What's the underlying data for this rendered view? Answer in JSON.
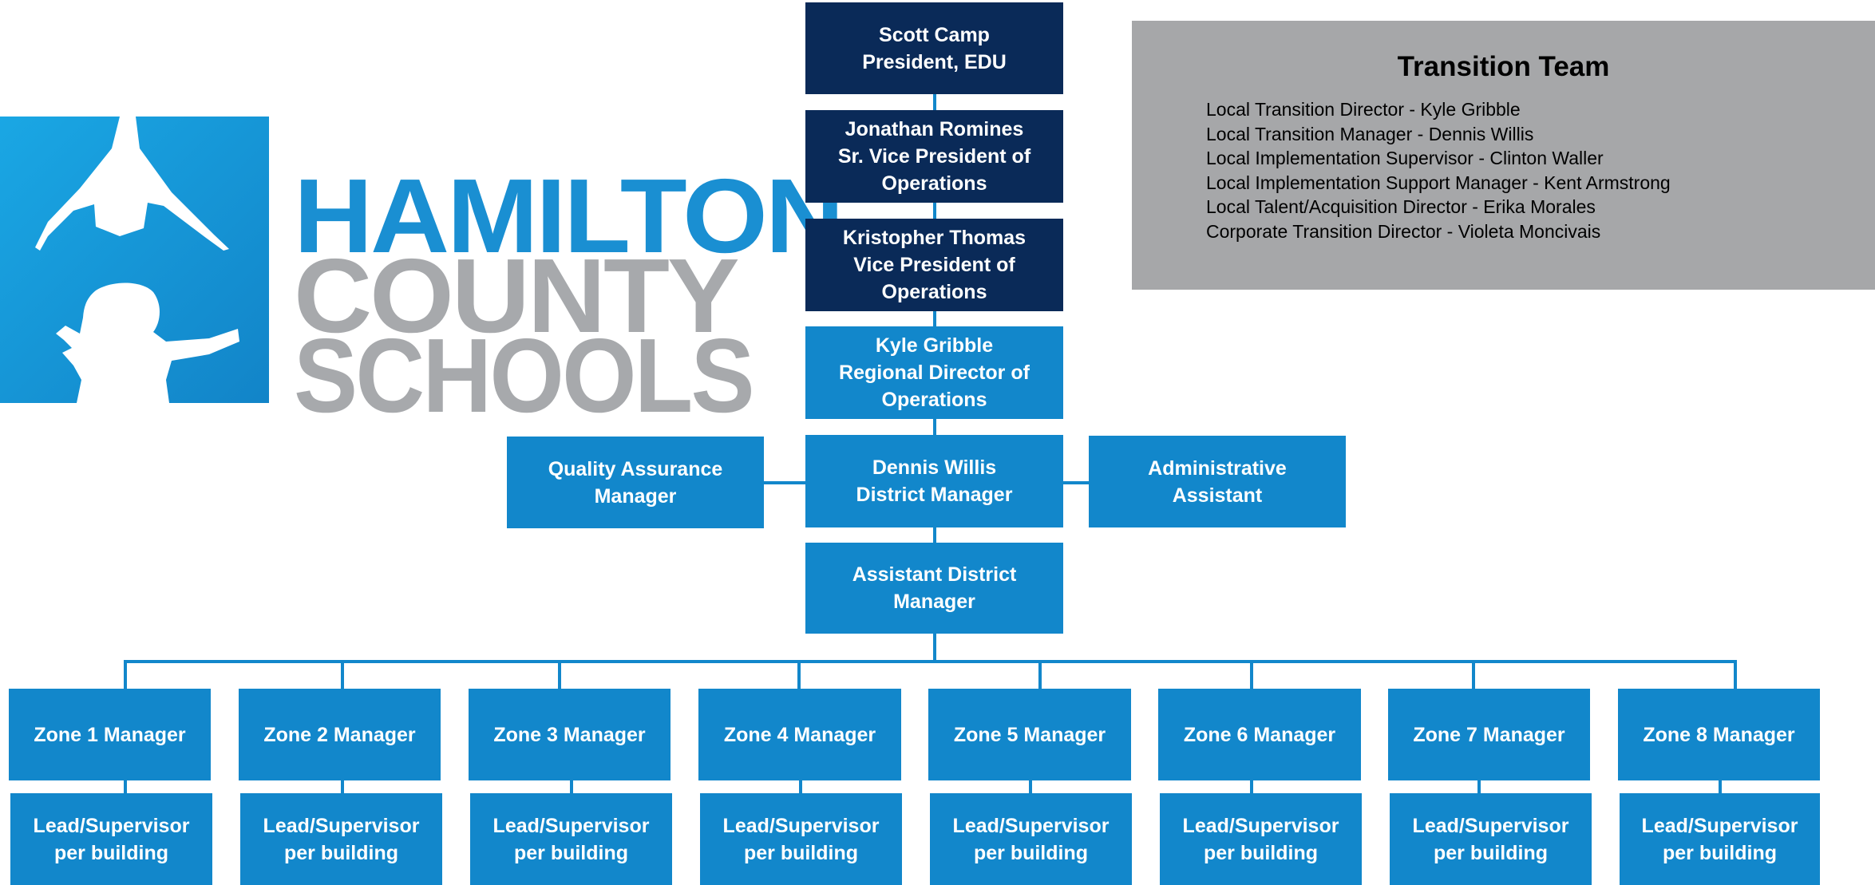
{
  "logo": {
    "line1": "HAMILTON",
    "line2": "COUNTY",
    "line3": "SCHOOLS"
  },
  "colors": {
    "dark_box": "#0a2a58",
    "blue_box": "#1287cb",
    "team_panel": "#a6a7a9"
  },
  "chain": [
    {
      "lines": [
        "Scott Camp",
        "President, EDU"
      ]
    },
    {
      "lines": [
        "Jonathan Romines",
        "Sr. Vice President of",
        "Operations"
      ]
    },
    {
      "lines": [
        "Kristopher Thomas",
        "Vice President of",
        "Operations"
      ]
    },
    {
      "lines": [
        "Kyle Gribble",
        "Regional Director of",
        "Operations"
      ]
    },
    {
      "lines": [
        "Dennis Willis",
        "District Manager"
      ]
    },
    {
      "lines": [
        "Assistant District",
        "Manager"
      ]
    }
  ],
  "side": {
    "left": [
      "Quality Assurance",
      "Manager"
    ],
    "right": [
      "Administrative",
      "Assistant"
    ]
  },
  "zones": [
    {
      "manager": "Zone 1 Manager",
      "lead": [
        "Lead/Supervisor",
        "per building"
      ]
    },
    {
      "manager": "Zone 2 Manager",
      "lead": [
        "Lead/Supervisor",
        "per building"
      ]
    },
    {
      "manager": "Zone 3 Manager",
      "lead": [
        "Lead/Supervisor",
        "per building"
      ]
    },
    {
      "manager": "Zone 4 Manager",
      "lead": [
        "Lead/Supervisor",
        "per building"
      ]
    },
    {
      "manager": "Zone 5 Manager",
      "lead": [
        "Lead/Supervisor",
        "per building"
      ]
    },
    {
      "manager": "Zone 6 Manager",
      "lead": [
        "Lead/Supervisor",
        "per building"
      ]
    },
    {
      "manager": "Zone 7 Manager",
      "lead": [
        "Lead/Supervisor",
        "per building"
      ]
    },
    {
      "manager": "Zone 8 Manager",
      "lead": [
        "Lead/Supervisor",
        "per building"
      ]
    }
  ],
  "team": {
    "title": "Transition Team",
    "items": [
      "Local Transition Director - Kyle Gribble",
      "Local Transition Manager - Dennis Willis",
      "Local Implementation Supervisor - Clinton Waller",
      "Local Implementation Support Manager - Kent Armstrong",
      "Local Talent/Acquisition Director -  Erika Morales",
      "Corporate Transition Director - Violeta Moncivais"
    ]
  }
}
